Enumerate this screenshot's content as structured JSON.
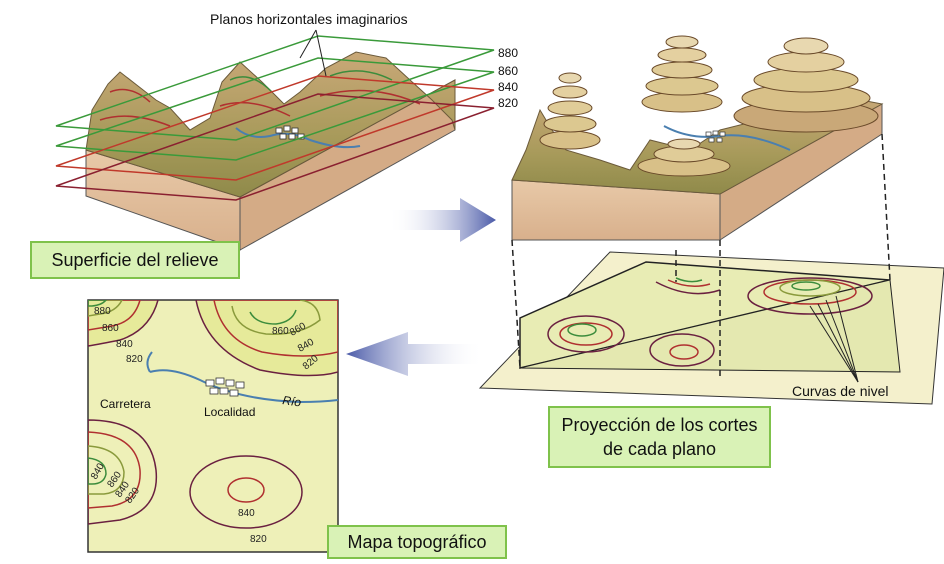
{
  "labels": {
    "planes": "Planos horizontales imaginarios",
    "surface": "Superficie del relieve",
    "projection_line1": "Proyección de los cortes",
    "projection_line2": "de cada plano",
    "curves": "Curvas de nivel",
    "map": "Mapa topográfico"
  },
  "elevations": {
    "e880": "880",
    "e860": "860",
    "e840": "840",
    "e820": "820"
  },
  "map_labels": {
    "road": "Carretera",
    "town": "Localidad",
    "river": "Río"
  },
  "colors": {
    "green_plane": "#3a9a3a",
    "red_plane": "#c0392b",
    "label_fill": "#d9f2b6",
    "label_border": "#7fc24b",
    "arrow": "#4a5aa8",
    "river": "#4a7fb0",
    "contour_green": "#3c8c3c",
    "contour_olive": "#8a9a3c",
    "contour_red": "#b03030",
    "contour_purple": "#6a2040",
    "map_bg": "#eef0b8"
  }
}
